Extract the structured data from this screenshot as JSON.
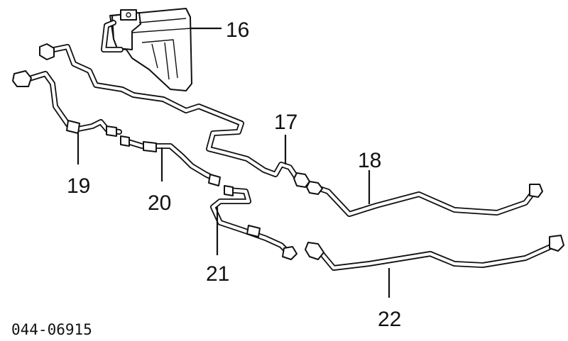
{
  "diagram": {
    "callouts": [
      {
        "id": "16",
        "label": "16"
      },
      {
        "id": "17",
        "label": "17"
      },
      {
        "id": "18",
        "label": "18"
      },
      {
        "id": "19",
        "label": "19"
      },
      {
        "id": "20",
        "label": "20"
      },
      {
        "id": "21",
        "label": "21"
      },
      {
        "id": "22",
        "label": "22"
      }
    ],
    "diagram_code": "044-06915"
  }
}
